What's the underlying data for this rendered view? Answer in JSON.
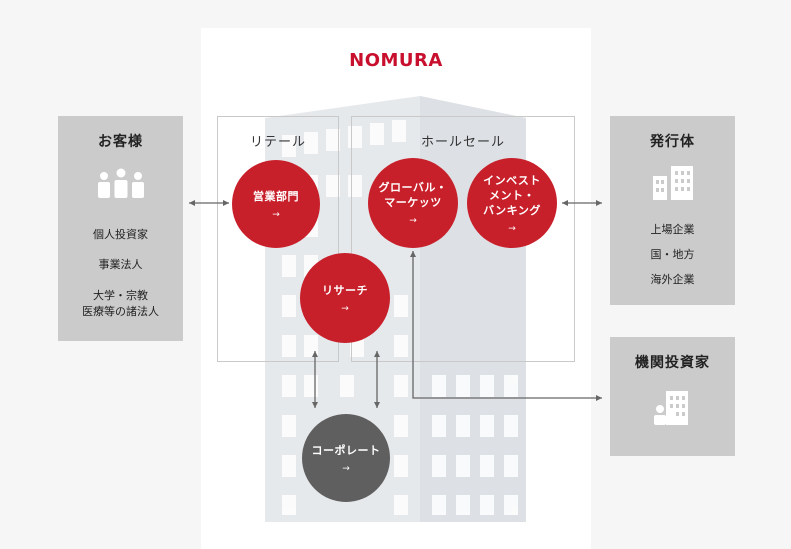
{
  "logo": "NOMURA",
  "retail_label": "リテール",
  "wholesale_label": "ホールセール",
  "clients": {
    "title": "お客様",
    "items": [
      "個人投資家",
      "事業法人",
      "大学・宗教\n医療等の諸法人"
    ]
  },
  "issuers": {
    "title": "発行体",
    "items": [
      "上場企業",
      "国・地方",
      "海外企業"
    ]
  },
  "institutional": {
    "title": "機関投資家"
  },
  "nodes": {
    "sales": "営業部門",
    "global_markets": "グローバル・\nマーケッツ",
    "investment_banking": "インベスト\nメント・\nバンキング",
    "research": "リサーチ",
    "corporate": "コーポレート",
    "arrow": "→"
  },
  "colors": {
    "brand_red": "#c8102e",
    "node_red": "#c8202b",
    "node_gray": "#5f5f5f",
    "panel_gray": "#cbcbcb"
  },
  "icons": {
    "clients": "people-icon",
    "issuers": "buildings-icon",
    "institutional": "building-person-icon"
  }
}
